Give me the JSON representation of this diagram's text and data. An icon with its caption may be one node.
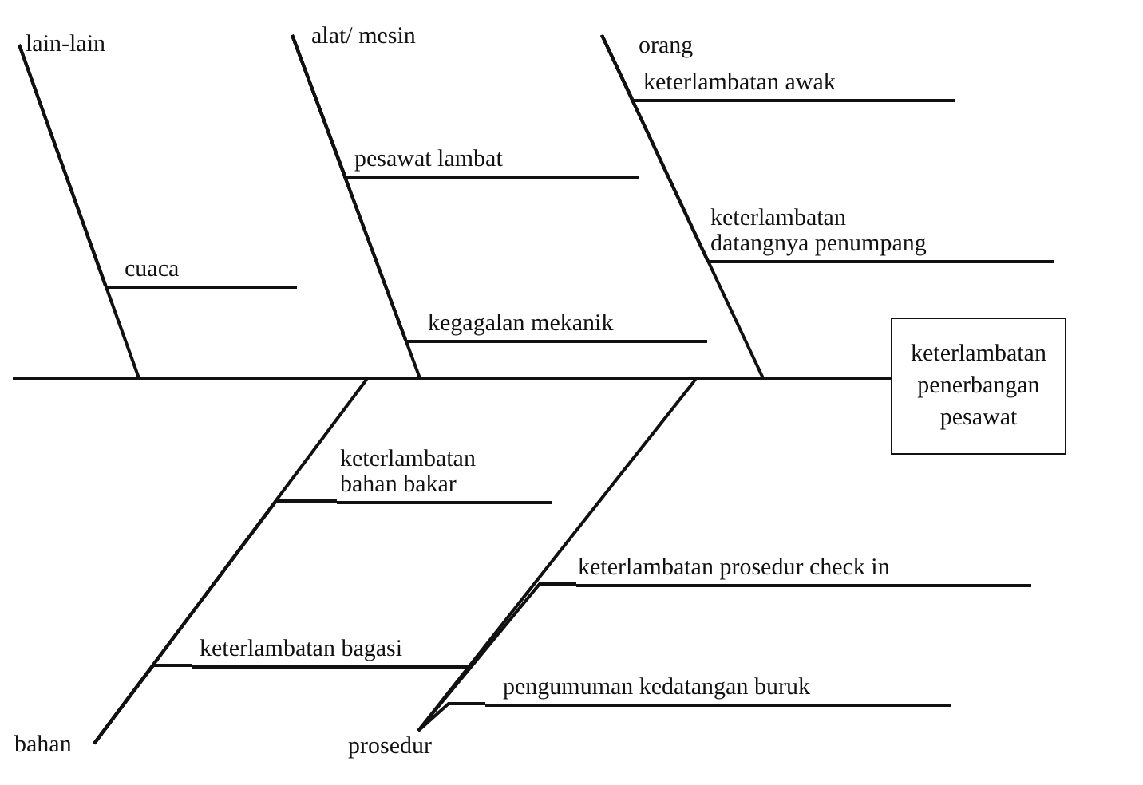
{
  "diagram": {
    "nodes": [
      {
        "text": [
          "lain-lain"
        ]
      },
      {
        "text": [
          "alat/ mesin"
        ]
      },
      {
        "text": [
          "orang"
        ]
      },
      {
        "text": [
          "keterlambatan awak"
        ]
      },
      {
        "text": [
          "pesawat lambat"
        ]
      },
      {
        "text": [
          "keterlambatan datangnya penumpang"
        ]
      },
      {
        "text": [
          "cuaca"
        ]
      },
      {
        "text": [
          "kegagalan mekanik"
        ]
      },
      {
        "text": [
          "keterlambatan penerbangan pesawat"
        ]
      },
      {
        "text": [
          "keterlambatan bahan bakar"
        ]
      },
      {
        "text": [
          "keterlambatan prosedur check in"
        ]
      },
      {
        "text": [
          "keterlambatan bagasi"
        ]
      },
      {
        "text": [
          "pengumuman kedatangan buruk"
        ]
      },
      {
        "text": [
          "bahan"
        ]
      },
      {
        "text": [
          "prosedur"
        ]
      }
    ],
    "edges": [
      {
        "from": 0,
        "to": 8,
        "arrow": "none"
      },
      {
        "from": 1,
        "to": 8,
        "arrow": "none"
      },
      {
        "from": 2,
        "to": 8,
        "arrow": "none"
      },
      {
        "from": 13,
        "to": 8,
        "arrow": "none"
      },
      {
        "from": 14,
        "to": 8,
        "arrow": "none"
      },
      {
        "from": 6,
        "to": 0,
        "arrow": "none"
      },
      {
        "from": 4,
        "to": 1,
        "arrow": "none"
      },
      {
        "from": 7,
        "to": 1,
        "arrow": "none"
      },
      {
        "from": 3,
        "to": 2,
        "arrow": "none"
      },
      {
        "from": 5,
        "to": 2,
        "arrow": "none"
      },
      {
        "from": 9,
        "to": 13,
        "arrow": "none"
      },
      {
        "from": 11,
        "to": 13,
        "arrow": "none"
      },
      {
        "from": 10,
        "to": 14,
        "arrow": "none"
      },
      {
        "from": 12,
        "to": 14,
        "arrow": "none"
      }
    ]
  }
}
